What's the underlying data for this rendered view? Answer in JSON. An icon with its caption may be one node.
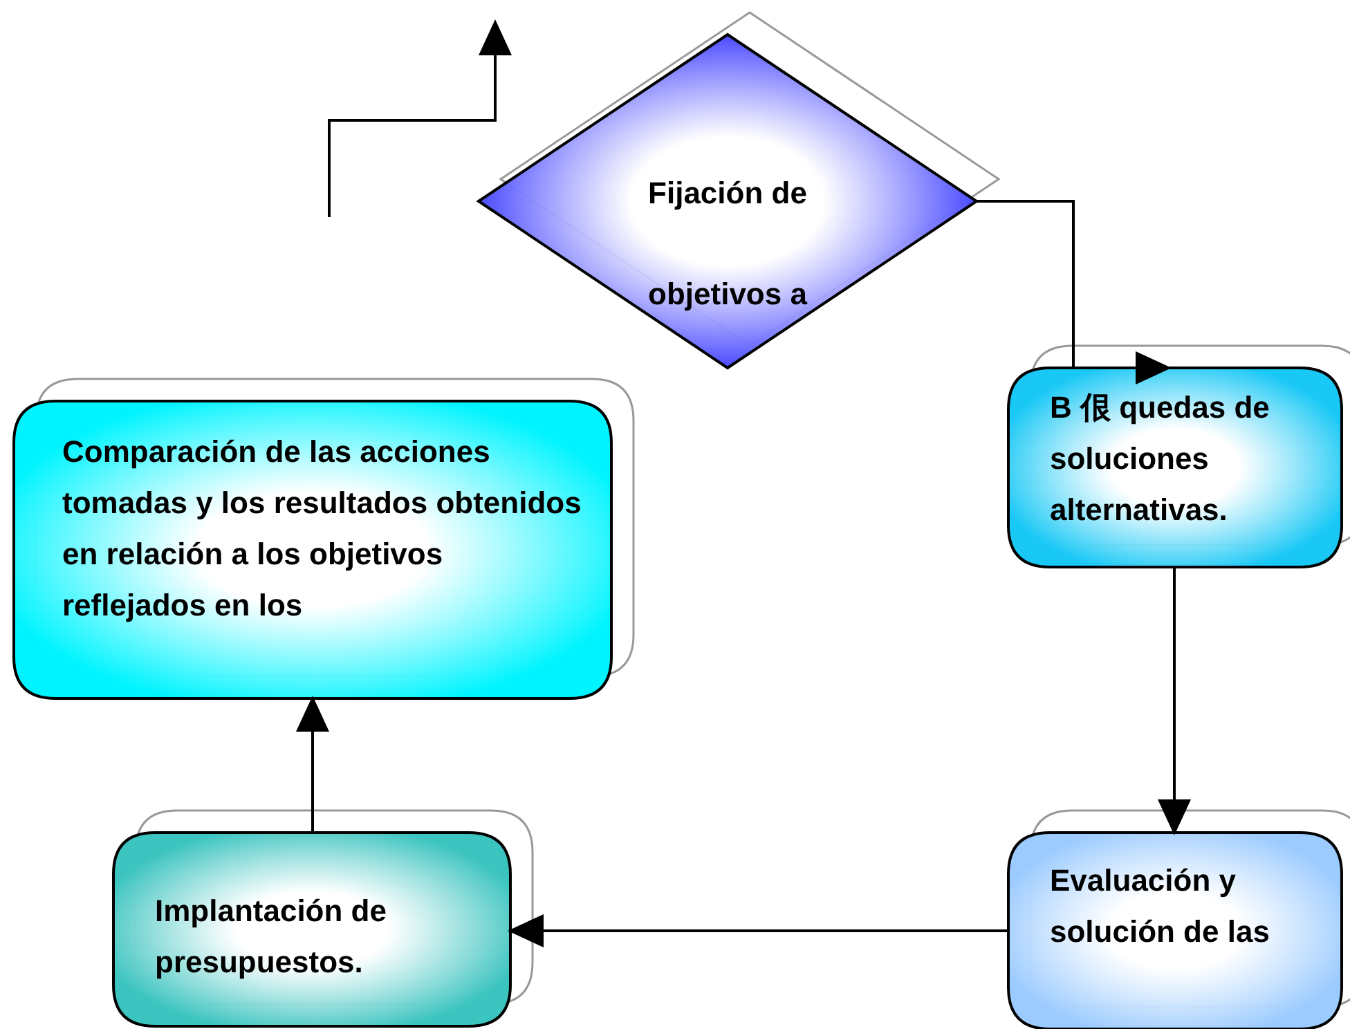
{
  "diagram": {
    "nodes": [
      {
        "text": [
          "Fijación de objetivos a"
        ]
      },
      {
        "text": [
          "B 佷 quedas de soluciones alternativas."
        ]
      },
      {
        "text": [
          "Evaluación y solución de las"
        ]
      },
      {
        "text": [
          "Implantación de presupuestos."
        ]
      },
      {
        "text": [
          "Comparación de las acciones tomadas y los resultados obtenidos en relación a los objetivos reflejados en los"
        ]
      }
    ],
    "edges": [
      {
        "from": 0,
        "to": 1,
        "arrow": "to"
      },
      {
        "from": 1,
        "to": 2,
        "arrow": "to"
      },
      {
        "from": 2,
        "to": 3,
        "arrow": "to"
      },
      {
        "from": 3,
        "to": 4,
        "arrow": "to"
      }
    ]
  }
}
